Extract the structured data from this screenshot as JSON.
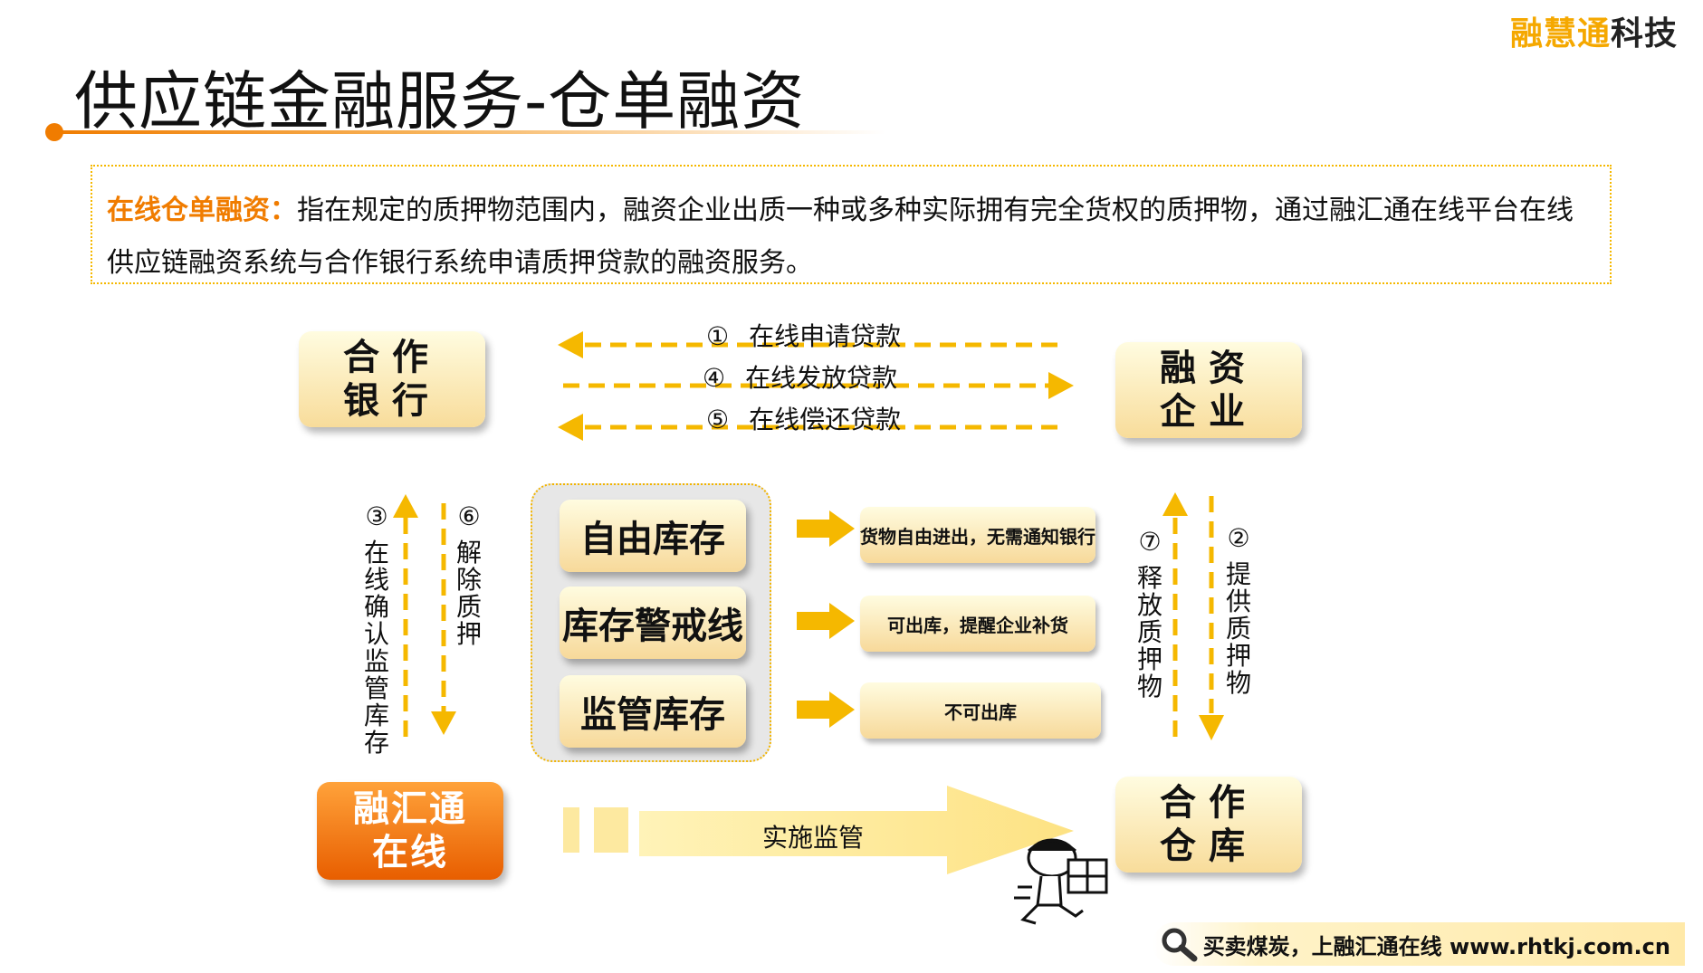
{
  "brand": {
    "part1": "融慧通",
    "part2": "科技"
  },
  "page_title": "供应链金融服务-仓单融资",
  "definition": {
    "term": "在线仓单融资：",
    "text": "指在规定的质押物范围内，融资企业出质一种或多种实际拥有完全货权的质押物，通过融汇通在线平台在线供应链融资系统与合作银行系统申请质押贷款的融资服务。"
  },
  "nodes": {
    "bank": {
      "line1": "合作",
      "line2": "银行"
    },
    "enterprise": {
      "line1": "融资",
      "line2": "企业"
    },
    "warehouse": {
      "line1": "合作",
      "line2": "仓库"
    },
    "platform": {
      "line1": "融汇通",
      "line2": "在线"
    }
  },
  "flows": {
    "step1": {
      "num": "①",
      "label": "在线申请贷款"
    },
    "step4": {
      "num": "④",
      "label": "在线发放贷款"
    },
    "step5": {
      "num": "⑤",
      "label": "在线偿还贷款"
    },
    "step3": {
      "num": "③",
      "label": "在线确认监管库存"
    },
    "step6": {
      "num": "⑥",
      "label": "解除质押"
    },
    "step7": {
      "num": "⑦",
      "label": "释放质押物"
    },
    "step2": {
      "num": "②",
      "label": "提供质押物"
    },
    "implement": "实施监管"
  },
  "inventory": [
    {
      "label": "自由库存",
      "result": "货物自由进出，无需通知银行"
    },
    {
      "label": "库存警戒线",
      "result": "可出库，提醒企业补货"
    },
    {
      "label": "监管库存",
      "result": "不可出库"
    }
  ],
  "footer": {
    "text": "买卖煤炭，上融汇通在线 www.rhtkj.com.cn"
  },
  "colors": {
    "accent": "#f07c00",
    "arrow": "#f5b800",
    "box_top": "#fffce0",
    "box_bottom": "#f8dc9a"
  }
}
